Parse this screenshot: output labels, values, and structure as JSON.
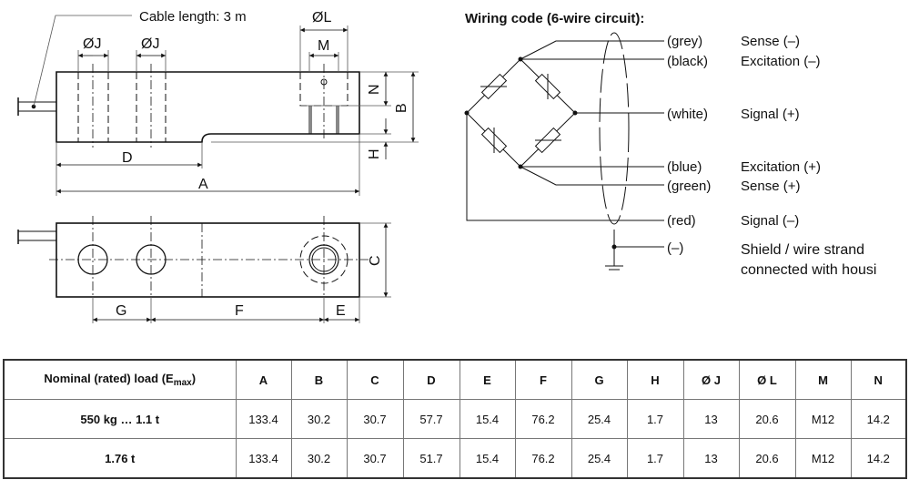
{
  "drawing": {
    "cable_label": "Cable length: 3 m",
    "side_view_labels": {
      "dia_j_1": "ØJ",
      "dia_j_2": "ØJ",
      "dia_l": "ØL",
      "m": "M",
      "n": "N",
      "b": "B",
      "h": "H",
      "d": "D",
      "a": "A"
    },
    "top_view_labels": {
      "c": "C",
      "g": "G",
      "f": "F",
      "e": "E"
    }
  },
  "wiring": {
    "title": "Wiring code (6-wire circuit):",
    "wires": [
      {
        "color": "(grey)",
        "function": "Sense (–)"
      },
      {
        "color": "(black)",
        "function": "Excitation (–)"
      },
      {
        "color": "(white)",
        "function": "Signal (+)"
      },
      {
        "color": "(blue)",
        "function": "Excitation (+)"
      },
      {
        "color": "(green)",
        "function": "Sense (+)"
      },
      {
        "color": "(red)",
        "function": "Signal (–)"
      },
      {
        "color": "(–)",
        "function": "Shield / wire strand",
        "function_line2": "connected with housi"
      }
    ]
  },
  "table": {
    "header_load": "Nominal (rated) load (E",
    "header_load_sub": "max",
    "header_load_close": ")",
    "columns": [
      "A",
      "B",
      "C",
      "D",
      "E",
      "F",
      "G",
      "H",
      "Ø J",
      "Ø L",
      "M",
      "N"
    ],
    "rows": [
      {
        "load": "550 kg … 1.1 t",
        "values": [
          "133.4",
          "30.2",
          "30.7",
          "57.7",
          "15.4",
          "76.2",
          "25.4",
          "1.7",
          "13",
          "20.6",
          "M12",
          "14.2"
        ]
      },
      {
        "load": "1.76 t",
        "values": [
          "133.4",
          "30.2",
          "30.7",
          "51.7",
          "15.4",
          "76.2",
          "25.4",
          "1.7",
          "13",
          "20.6",
          "M12",
          "14.2"
        ]
      }
    ]
  }
}
